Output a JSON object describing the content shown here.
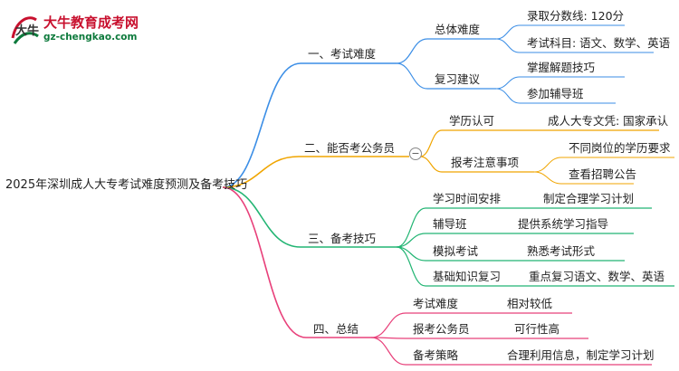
{
  "logo": {
    "title": "大牛教育成考网",
    "url": "gz-chengkao.com",
    "mark_text": "大牛"
  },
  "root": "2025年深圳成人大专考试难度预测及备考技巧",
  "branches": [
    {
      "label": "一、考试难度",
      "color": "#3b8ee6",
      "children": [
        {
          "label": "总体难度",
          "children": [
            "录取分数线: 120分",
            "考试科目: 语文、数学、英语"
          ]
        },
        {
          "label": "复习建议",
          "children": [
            "掌握解题技巧",
            "参加辅导班"
          ]
        }
      ]
    },
    {
      "label": "二、能否考公务员",
      "color": "#f0a500",
      "children": [
        {
          "label": "学历认可",
          "children": [
            "成人大专文凭: 国家承认"
          ]
        },
        {
          "label": "报考注意事项",
          "children": [
            "不同岗位的学历要求",
            "查看招聘公告"
          ]
        }
      ]
    },
    {
      "label": "三、备考技巧",
      "color": "#22b573",
      "children": [
        {
          "label": "学习时间安排",
          "children": [
            "制定合理学习计划"
          ]
        },
        {
          "label": "辅导班",
          "children": [
            "提供系统学习指导"
          ]
        },
        {
          "label": "模拟考试",
          "children": [
            "熟悉考试形式"
          ]
        },
        {
          "label": "基础知识复习",
          "children": [
            "重点复习语文、数学、英语"
          ]
        }
      ]
    },
    {
      "label": "四、总结",
      "color": "#e8407a",
      "children": [
        {
          "label": "考试难度",
          "children": [
            "相对较低"
          ]
        },
        {
          "label": "报考公务员",
          "children": [
            "可行性高"
          ]
        },
        {
          "label": "备考策略",
          "children": [
            "合理利用信息，制定学习计划"
          ]
        }
      ]
    }
  ],
  "collapse_icon": "minus-circle-icon"
}
